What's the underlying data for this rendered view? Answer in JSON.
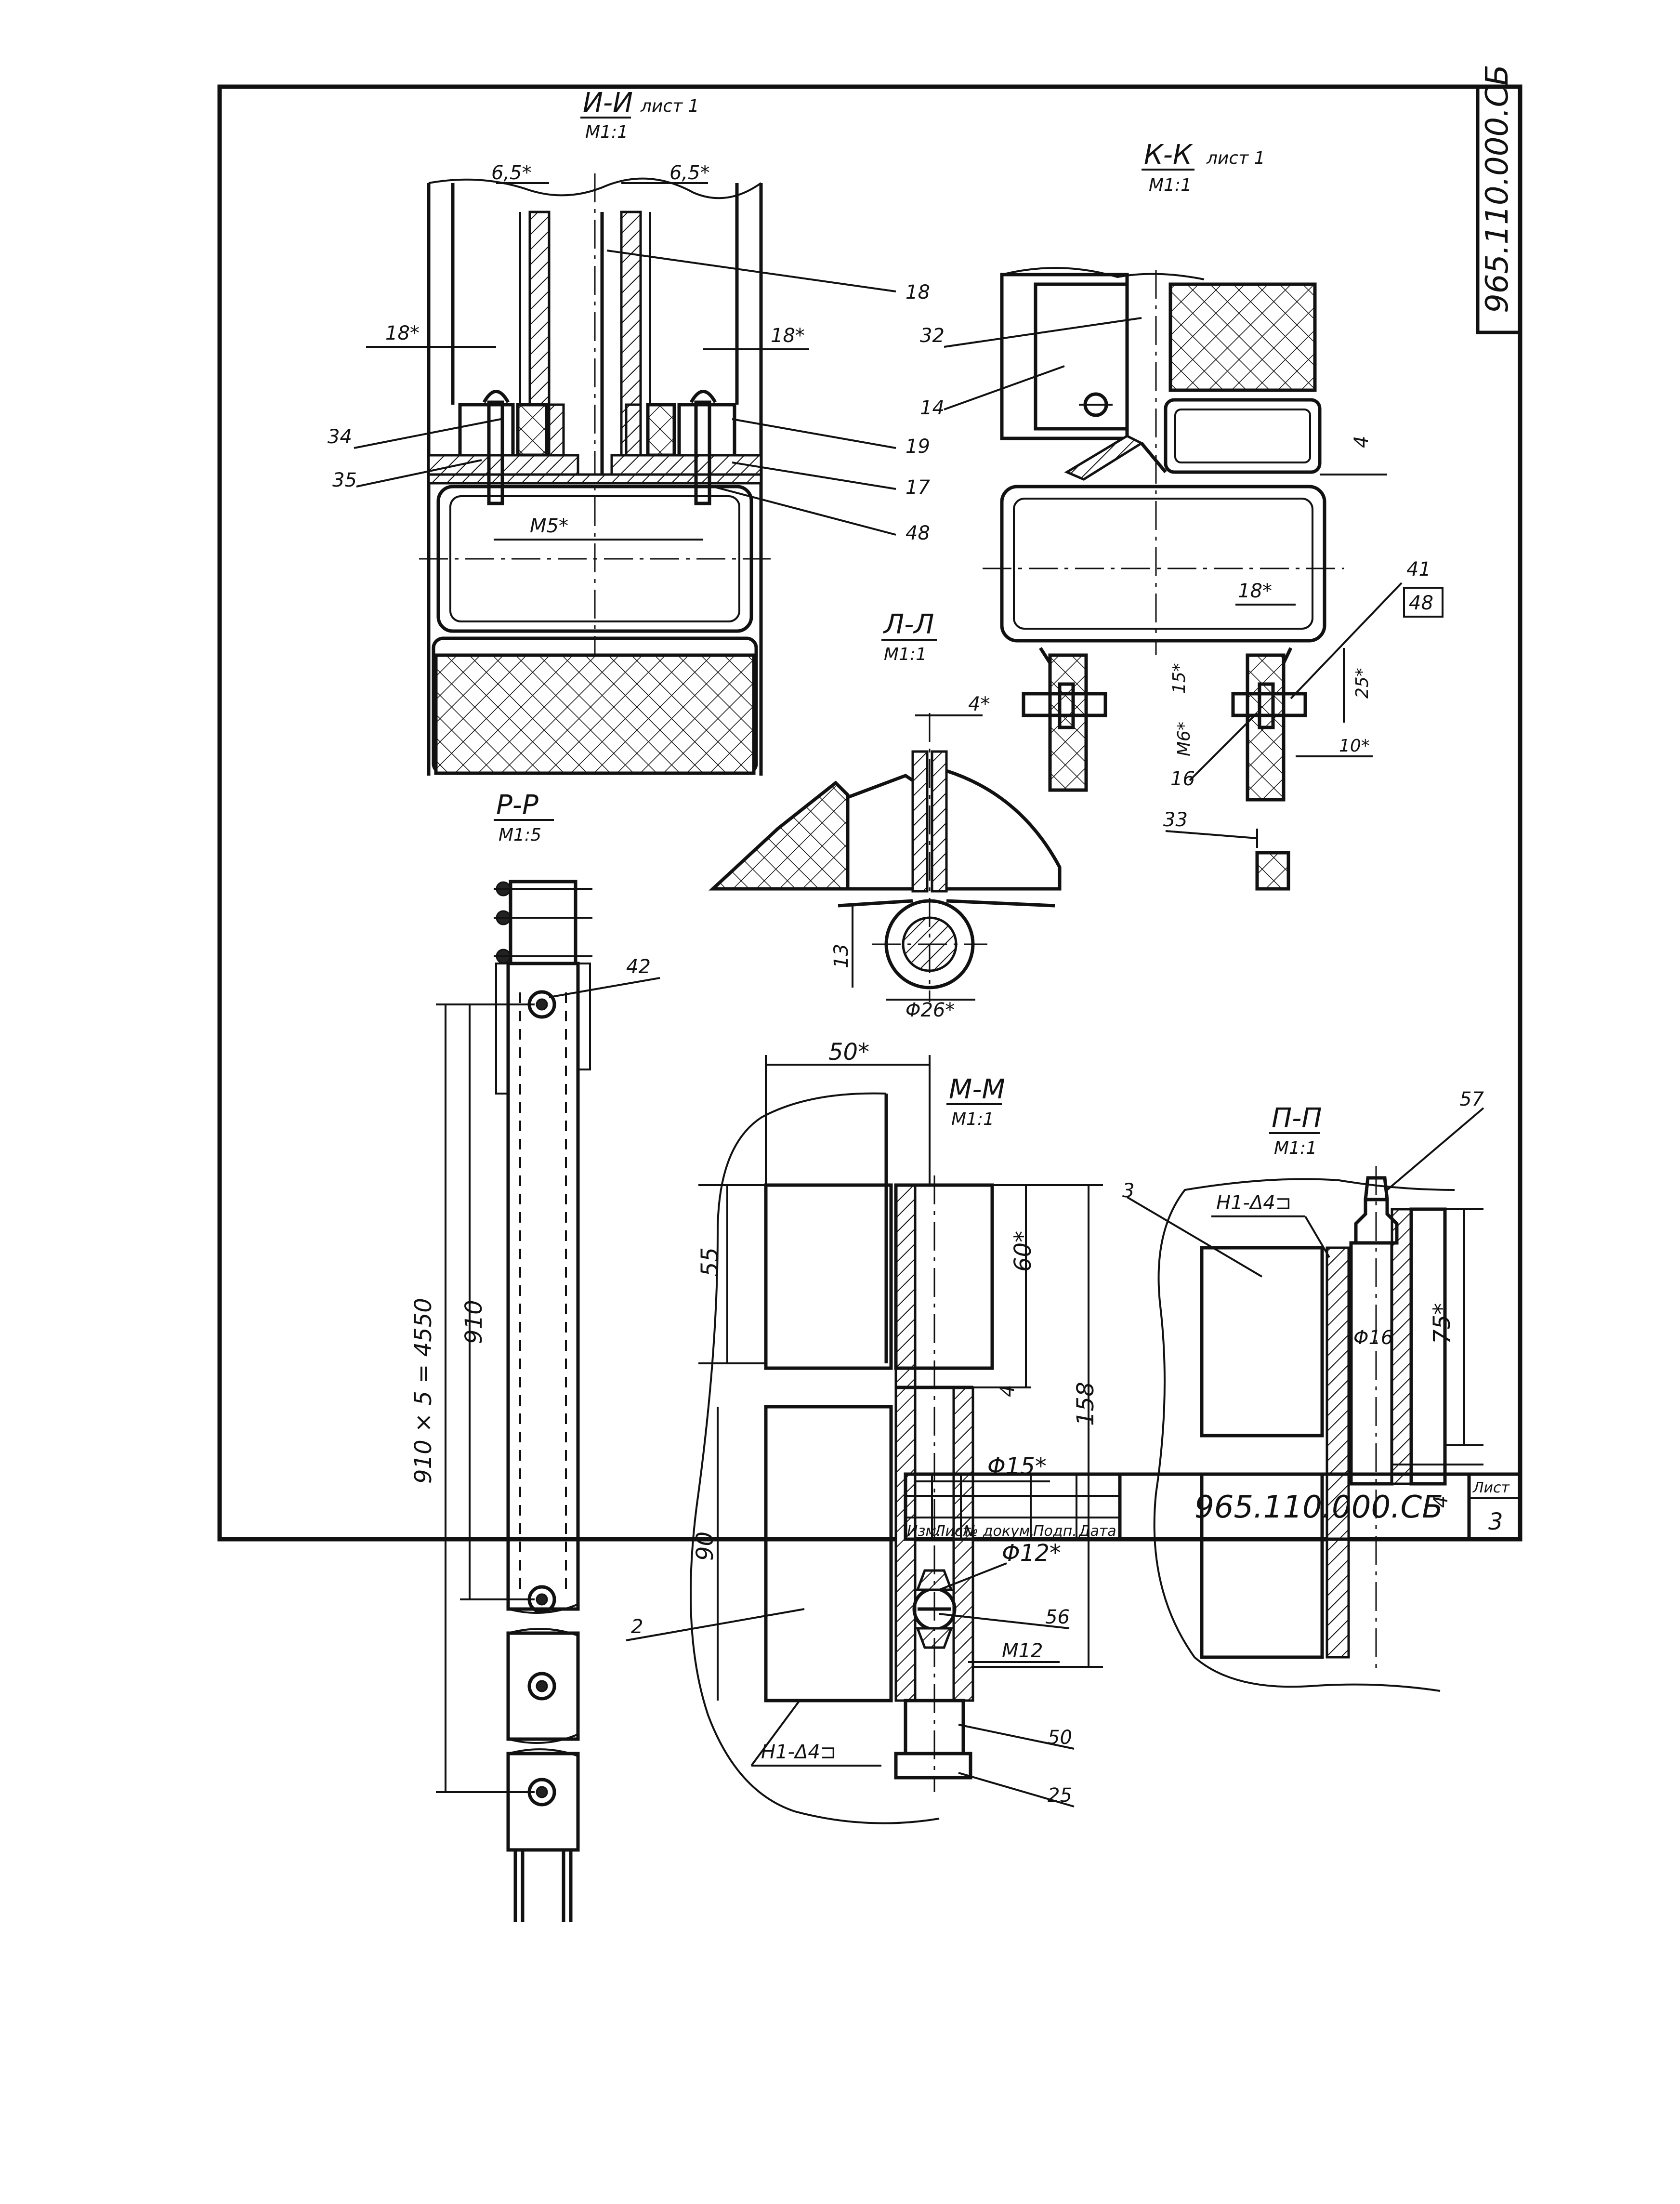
{
  "document_code": "965.110.000.СБ",
  "title_block": {
    "code": "965.110.000.СБ",
    "sheet_label": "Лист",
    "sheet_number": "3",
    "columns": [
      "Изм.",
      "Лист",
      "№ докум.",
      "Подп.",
      "Дата"
    ]
  },
  "sections": {
    "ii": {
      "title": "И-И",
      "scale": "М1:1",
      "ref": "лист 1"
    },
    "kk": {
      "title": "К-К",
      "scale": "М1:1",
      "ref": "лист 1"
    },
    "ll": {
      "title": "Л-Л",
      "scale": "М1:1"
    },
    "rr": {
      "title": "Р-Р",
      "scale": "М1:5"
    },
    "mm": {
      "title": "М-М",
      "scale": "М1:1"
    },
    "pp": {
      "title": "П-П",
      "scale": "М1:1"
    }
  },
  "dimensions": {
    "ii_left_gap": "6,5*",
    "ii_right_gap": "6,5*",
    "ii_left_18": "18*",
    "ii_right_18": "18*",
    "ii_m5": "М5*",
    "kk_4": "4",
    "kk_18": "18*",
    "kk_15": "15*",
    "kk_25": "25*",
    "kk_m6": "М6*",
    "kk_10": "10*",
    "ll_4": "4*",
    "ll_13": "13",
    "ll_phi26": "Φ26*",
    "rr_total": "910 × 5 = 4550",
    "rr_910": "910",
    "mm_50": "50*",
    "mm_55": "55",
    "mm_60": "60*",
    "mm_4": "4",
    "mm_158": "158",
    "mm_90": "90",
    "mm_phi15": "Φ15*",
    "mm_phi12": "Φ12*",
    "mm_m12": "М12",
    "mm_weld": "Н1-Δ4⊐",
    "pp_weld": "Н1-Δ4⊐",
    "pp_75": "75*",
    "pp_phi16": "Φ16",
    "pp_4": "4"
  },
  "callouts": {
    "ii": [
      "18",
      "34",
      "35",
      "19",
      "17",
      "48"
    ],
    "kk": [
      "32",
      "14",
      "41",
      "48",
      "16",
      "33"
    ],
    "rr": [
      "42"
    ],
    "mm": [
      "2",
      "56",
      "50",
      "25"
    ],
    "pp": [
      "3",
      "57"
    ]
  }
}
